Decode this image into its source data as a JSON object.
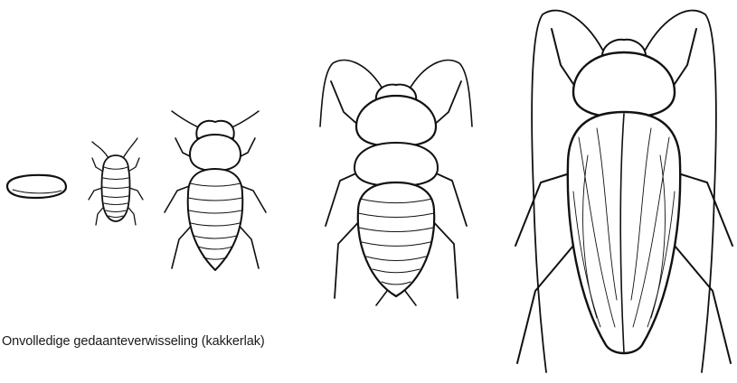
{
  "caption": "Onvolledige gedaanteverwisseling (kakkerlak)",
  "stages": [
    {
      "name": "egg",
      "icon": "egg-icon"
    },
    {
      "name": "nymph-1",
      "icon": "cockroach-nymph-icon"
    },
    {
      "name": "nymph-2",
      "icon": "cockroach-nymph-icon"
    },
    {
      "name": "nymph-3",
      "icon": "cockroach-nymph-icon"
    },
    {
      "name": "adult",
      "icon": "cockroach-adult-icon"
    }
  ],
  "colors": {
    "ink": "#111111",
    "background": "#ffffff"
  }
}
